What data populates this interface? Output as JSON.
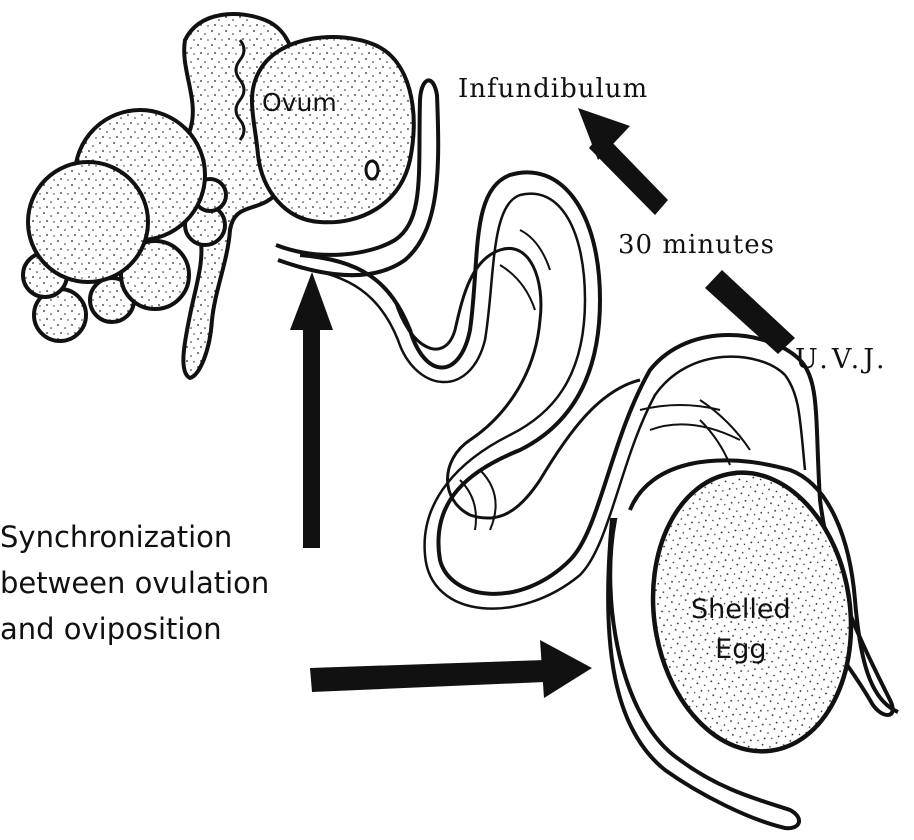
{
  "labels": {
    "ovum": "Ovum",
    "infundibulum": "Infundibulum",
    "thirty_minutes": "30 minutes",
    "uvj": "U.V.J.",
    "synchronization": [
      "Synchronization",
      "between ovulation",
      "and oviposition"
    ],
    "shelled_egg": [
      "Shelled",
      "Egg"
    ]
  },
  "colors": {
    "ink": "#111111",
    "background": "#ffffff"
  }
}
